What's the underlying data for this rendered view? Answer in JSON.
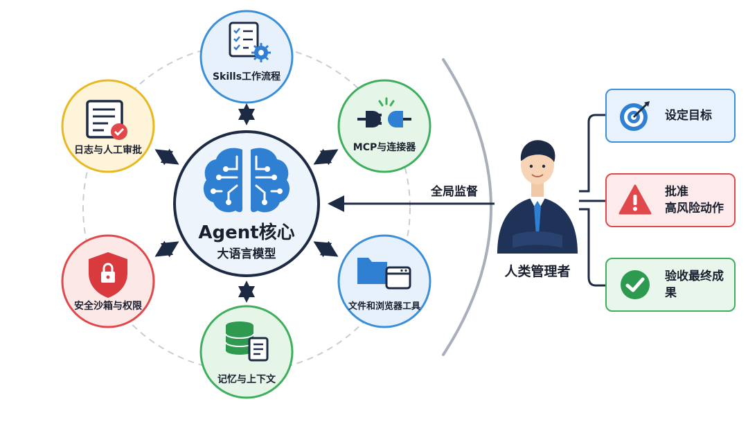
{
  "center": {
    "title": "Agent核心",
    "subtitle": "大语言模型"
  },
  "satellites": [
    {
      "id": "skills",
      "label": "Skills工作流程",
      "icon": "checklist-gear-icon",
      "color": "#3b8fd9",
      "fill": "#e6f1fb"
    },
    {
      "id": "mcp",
      "label": "MCP与连接器",
      "icon": "plug-connector-icon",
      "color": "#3fae5c",
      "fill": "#e5f5e8"
    },
    {
      "id": "files",
      "label": "文件和浏览器工具",
      "icon": "folder-browser-icon",
      "color": "#3b8fd9",
      "fill": "#e6f1fb"
    },
    {
      "id": "memory",
      "label": "记忆与上下文",
      "icon": "database-document-icon",
      "color": "#3fae5c",
      "fill": "#e5f5e8"
    },
    {
      "id": "sandbox",
      "label": "安全沙箱与权限",
      "icon": "shield-lock-icon",
      "color": "#e0484b",
      "fill": "#fde8e8"
    },
    {
      "id": "logs",
      "label": "日志与人工审批",
      "icon": "document-check-icon",
      "color": "#e8b820",
      "fill": "#fdf4d9"
    }
  ],
  "monitor_label": "全局监督",
  "human": {
    "label": "人类管理者",
    "icon": "businessman-icon"
  },
  "actions": [
    {
      "id": "goal",
      "lines": [
        "设定目标"
      ],
      "icon": "target-icon",
      "color": "#3b8fd9",
      "fill": "#e8f2fc"
    },
    {
      "id": "approve",
      "lines": [
        "批准",
        "高风险动作"
      ],
      "icon": "warning-icon",
      "color": "#e0484b",
      "fill": "#fdeaea"
    },
    {
      "id": "accept",
      "lines": [
        "验收最终成果"
      ],
      "icon": "check-circle-icon",
      "color": "#3fae5c",
      "fill": "#e8f6ec"
    }
  ],
  "colors": {
    "dark_navy": "#1d2a44",
    "brain_blue": "#2f7fd3",
    "ring_gray": "#c8ccd4"
  }
}
